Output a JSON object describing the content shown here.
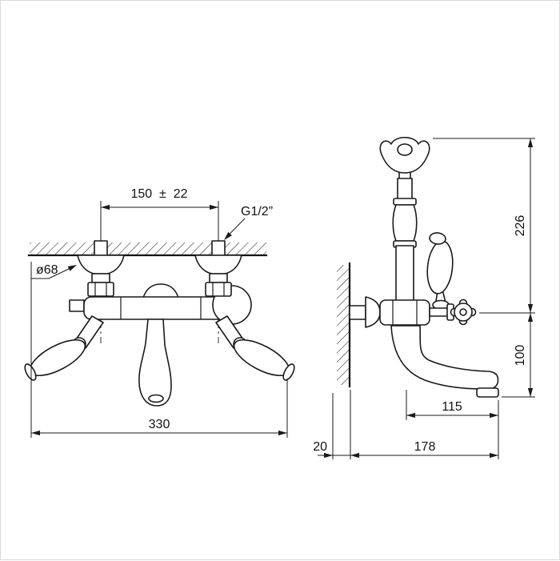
{
  "front_view": {
    "dim_center_distance": "150  ±  22",
    "dim_thread": "G1/2”",
    "dim_flange_diameter": "ø68",
    "dim_overall_width": "330"
  },
  "side_view": {
    "dim_height": "226",
    "dim_spout_height": "100",
    "dim_spout_reach": "115",
    "dim_wall_offset": "20",
    "dim_depth": "178"
  },
  "colors": {
    "line": "#1a1a1a",
    "background": "#ffffff"
  }
}
